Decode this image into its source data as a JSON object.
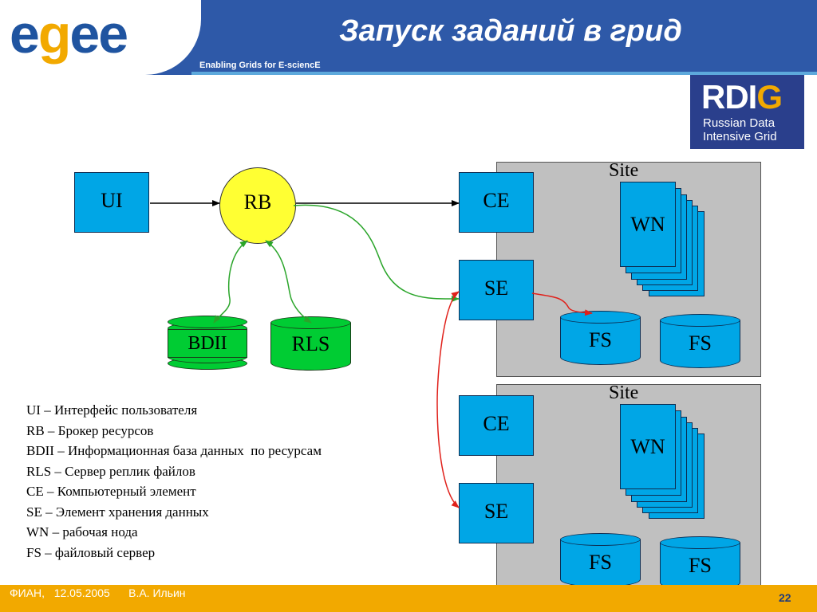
{
  "header": {
    "logo_e1": "e",
    "logo_g": "g",
    "logo_ee": "ee",
    "tagline": "Enabling Grids for E-sciencE",
    "title": "Запуск заданий в грид"
  },
  "rdig": {
    "main_a": "RDI",
    "main_b": "G",
    "sub_line1": "Russian Data",
    "sub_line2": "Intensive Grid"
  },
  "nodes": {
    "ui": "UI",
    "rb": "RB",
    "bdii": "BDII",
    "rls": "RLS"
  },
  "sites": [
    {
      "label": "Site",
      "ce": "CE",
      "se": "SE",
      "wn": "WN",
      "fs1": "FS",
      "fs2": "FS"
    },
    {
      "label": "Site",
      "ce": "CE",
      "se": "SE",
      "wn": "WN",
      "fs1": "FS",
      "fs2": "FS"
    }
  ],
  "legend": [
    "UI – Интерфейс пользователя",
    "RB – Брокер ресурсов",
    "BDII – Информационная база данных  по ресурсам",
    "RLS – Сервер реплик файлов",
    "CE – Компьютерный элемент",
    "SE – Элемент хранения данных",
    "WN – рабочая нода",
    "FS – файловый сервер"
  ],
  "footer": {
    "info": "ФИАН,   12.05.2005      В.А. Ильин",
    "page": "22"
  },
  "colors": {
    "header_blue": "#2e59a8",
    "node_blue": "#00a6e6",
    "rb_yellow": "#ffff33",
    "rls_green": "#00cc33",
    "site_gray": "#c0c0c0",
    "footer_orange": "#f2a900",
    "arrow_green": "#2aa52a",
    "arrow_red": "#e0201a"
  }
}
